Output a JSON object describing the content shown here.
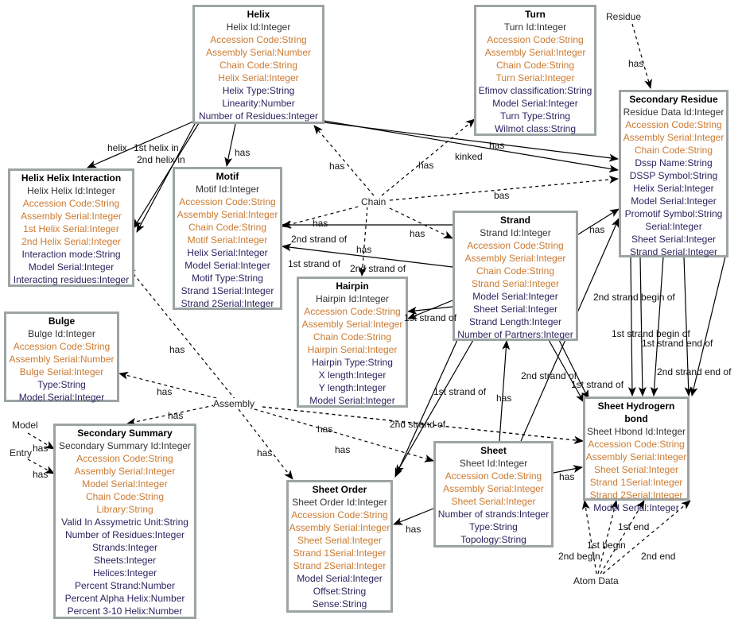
{
  "entities": [
    {
      "key": "helix",
      "title": "Helix",
      "attrs": [
        [
          "Helix Id:Integer",
          "id"
        ],
        [
          "Accession Code:String",
          "k"
        ],
        [
          "Assembly Serial:Number",
          "k"
        ],
        [
          "Chain Code:String",
          "k"
        ],
        [
          "Helix Serial:Integer",
          "k"
        ],
        [
          "Helix Type:String",
          "n"
        ],
        [
          "Linearity:Number",
          "n"
        ],
        [
          "Number of Residues:Integer",
          "n"
        ]
      ]
    },
    {
      "key": "turn",
      "title": "Turn",
      "attrs": [
        [
          "Turn Id:Integer",
          "id"
        ],
        [
          "Accession Code:String",
          "k"
        ],
        [
          "Assembly Serial:Integer",
          "k"
        ],
        [
          "Chain Code:String",
          "k"
        ],
        [
          "Turn Serial:Integer",
          "k"
        ],
        [
          "Efimov classification:String",
          "n"
        ],
        [
          "Model Serial:Integer",
          "n"
        ],
        [
          "Turn Type:String",
          "n"
        ],
        [
          "Wilmot class:String",
          "n"
        ]
      ]
    },
    {
      "key": "secres",
      "title": "Secondary Residue",
      "attrs": [
        [
          "Residue Data Id:Integer",
          "id"
        ],
        [
          "Accession Code:String",
          "k"
        ],
        [
          "Assembly Serial:Integer",
          "k"
        ],
        [
          "Chain Code:String",
          "k"
        ],
        [
          "Dssp Name:String",
          "n"
        ],
        [
          "DSSP Symbol:String",
          "n"
        ],
        [
          "Helix Serial:Integer",
          "n"
        ],
        [
          "Model Serial:Integer",
          "n"
        ],
        [
          "Promotif Symbol:String",
          "n"
        ],
        [
          "Serial:Integer",
          "n"
        ],
        [
          "Sheet Serial:Integer",
          "n"
        ],
        [
          "Strand Serial:Integer",
          "n"
        ]
      ]
    },
    {
      "key": "hhi",
      "title": "Helix Helix Interaction",
      "attrs": [
        [
          "Helix Helix Id:Integer",
          "id"
        ],
        [
          "Accession Code:String",
          "k"
        ],
        [
          "Assembly Serial:Integer",
          "k"
        ],
        [
          "1st Helix Serial:Integer",
          "k"
        ],
        [
          "2nd Helix Serial:Integer",
          "k"
        ],
        [
          "Interaction mode:String",
          "n"
        ],
        [
          "Model Serial:Integer",
          "n"
        ],
        [
          "Interacting residues:Integer",
          "n"
        ]
      ]
    },
    {
      "key": "motif",
      "title": "Motif",
      "attrs": [
        [
          "Motif Id:Integer",
          "id"
        ],
        [
          "Accession Code:String",
          "k"
        ],
        [
          "Assembly Serial:Integer",
          "k"
        ],
        [
          "Chain Code:String",
          "k"
        ],
        [
          "Motif Serial:Integer",
          "k"
        ],
        [
          "Helix Serial:Integer",
          "n"
        ],
        [
          "Model Serial:Integer",
          "n"
        ],
        [
          "Motif Type:String",
          "n"
        ],
        [
          "Strand 1Serial:Integer",
          "n"
        ],
        [
          "Strand 2Serial:Integer",
          "n"
        ]
      ]
    },
    {
      "key": "strand",
      "title": "Strand",
      "attrs": [
        [
          "Strand Id:Integer",
          "id"
        ],
        [
          "Accession Code:String",
          "k"
        ],
        [
          "Assembly Serial:Integer",
          "k"
        ],
        [
          "Chain Code:String",
          "k"
        ],
        [
          "Strand Serial:Integer",
          "k"
        ],
        [
          "Model Serial:Integer",
          "n"
        ],
        [
          "Sheet Serial:Integer",
          "n"
        ],
        [
          "Strand Length:Integer",
          "n"
        ],
        [
          "Number of Partners:Integer",
          "n"
        ]
      ]
    },
    {
      "key": "hairpin",
      "title": "Hairpin",
      "attrs": [
        [
          "Hairpin Id:Integer",
          "id"
        ],
        [
          "Accession Code:String",
          "k"
        ],
        [
          "Assembly Serial:Integer",
          "k"
        ],
        [
          "Chain Code:String",
          "k"
        ],
        [
          "Hairpin Serial:Integer",
          "k"
        ],
        [
          "Hairpin Type:String",
          "n"
        ],
        [
          "X length:Integer",
          "n"
        ],
        [
          "Y length:Integer",
          "n"
        ],
        [
          "Model Serial:Integer",
          "n"
        ]
      ]
    },
    {
      "key": "bulge",
      "title": "Bulge",
      "attrs": [
        [
          "Bulge Id:Integer",
          "id"
        ],
        [
          "Accession Code:String",
          "k"
        ],
        [
          "Assembly Serial:Number",
          "k"
        ],
        [
          "Bulge Serial:Integer",
          "k"
        ],
        [
          "Type:String",
          "n"
        ],
        [
          "Model Serial:Integer",
          "n"
        ]
      ]
    },
    {
      "key": "secsum",
      "title": "Secondary Summary",
      "attrs": [
        [
          "Secondary Summary Id:Integer",
          "id"
        ],
        [
          "Accession Code:String",
          "k"
        ],
        [
          "Assembly Serial:Integer",
          "k"
        ],
        [
          "Model Serial:Integer",
          "k"
        ],
        [
          "Chain Code:String",
          "k"
        ],
        [
          "Library:String",
          "k"
        ],
        [
          "Valid In Assymetric Unit:String",
          "n"
        ],
        [
          "Number of Residues:Integer",
          "n"
        ],
        [
          "Strands:Integer",
          "n"
        ],
        [
          "Sheets:Integer",
          "n"
        ],
        [
          "Helices:Integer",
          "n"
        ],
        [
          "Percent Strand:Number",
          "n"
        ],
        [
          "Percent Alpha Helix:Number",
          "n"
        ],
        [
          "Percent 3-10 Helix:Number",
          "n"
        ]
      ]
    },
    {
      "key": "sheetorder",
      "title": "Sheet Order",
      "attrs": [
        [
          "Sheet Order Id:Integer",
          "id"
        ],
        [
          "Accession Code:String",
          "k"
        ],
        [
          "Assembly Serial:Integer",
          "k"
        ],
        [
          "Sheet Serial:Integer",
          "k"
        ],
        [
          "Strand 1Serial:Integer",
          "k"
        ],
        [
          "Strand 2Serial:Integer",
          "k"
        ],
        [
          "Model Serial:Integer",
          "n"
        ],
        [
          "Offset:String",
          "n"
        ],
        [
          "Sense:String",
          "n"
        ]
      ]
    },
    {
      "key": "sheet",
      "title": "Sheet",
      "attrs": [
        [
          "Sheet Id:Integer",
          "id"
        ],
        [
          "Accession Code:String",
          "k"
        ],
        [
          "Assembly Serial:Integer",
          "k"
        ],
        [
          "Sheet Serial:Integer",
          "k"
        ],
        [
          "Number of strands:Integer",
          "n"
        ],
        [
          "Type:String",
          "n"
        ],
        [
          "Topology:String",
          "n"
        ]
      ]
    },
    {
      "key": "shb",
      "title": "Sheet Hydrogern bond",
      "attrs": [
        [
          "Sheet Hbond Id:Integer",
          "id"
        ],
        [
          "Accession Code:String",
          "k"
        ],
        [
          "Assembly Serial:Integer",
          "k"
        ],
        [
          "Sheet Serial:Integer",
          "k"
        ],
        [
          "Strand 1Serial:Integer",
          "k"
        ],
        [
          "Strand 2Serial:Integer",
          "k"
        ],
        [
          "Model Serial:Integer",
          "n"
        ]
      ]
    }
  ],
  "nodes": {
    "residue": "Residue",
    "chain": "Chain",
    "assembly": "Assembly",
    "model": "Model",
    "entry": "Entry",
    "atom_data": "Atom Data"
  },
  "edge_labels": [
    "helix",
    "1st helix in",
    "2nd helix in",
    "has",
    "has",
    "kinked",
    "has",
    "has",
    "has",
    "has",
    "has",
    "bas",
    "2nd strand of",
    "1st strand of",
    "2nd strand of",
    "1st strand of",
    "has",
    "2nd strand begin of",
    "1st strand begin of",
    "1st strand end of",
    "2nd strand end  of",
    "1st strand of",
    "2nd strand of",
    "1st strand of",
    "has",
    "has",
    "has",
    "has",
    "has",
    "has",
    "has",
    "has",
    "has",
    "2nd strand of",
    "has",
    "has",
    "has",
    "2nd begin",
    "1st begin",
    "1st end",
    "2nd end"
  ],
  "colors": {
    "key_attr": "#cc7a30",
    "attr": "#2c1f5c",
    "border": "#9ca4a4"
  }
}
